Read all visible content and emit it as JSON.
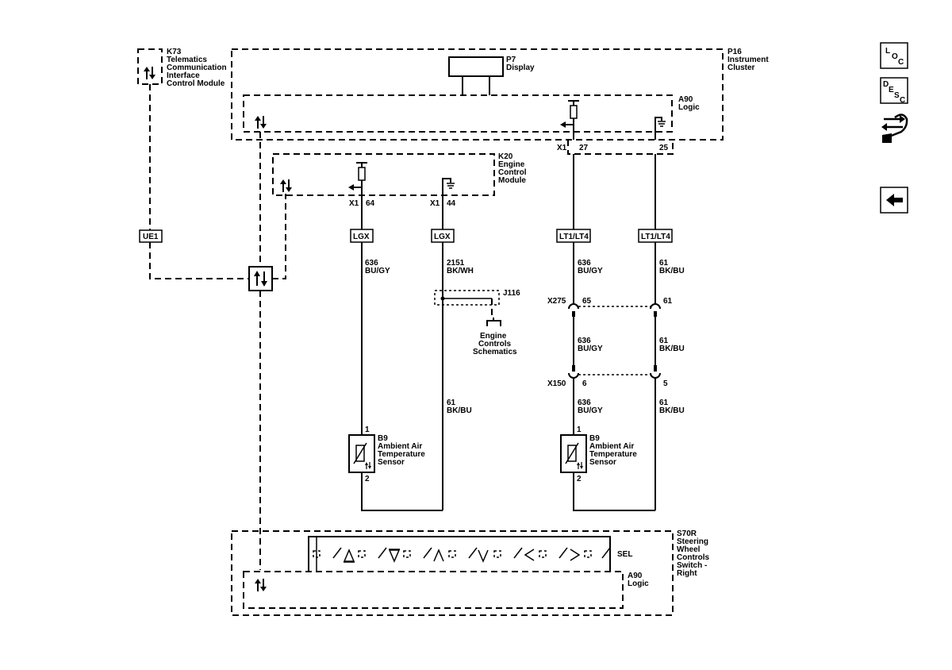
{
  "modules": {
    "k73": {
      "ref": "K73",
      "name_lines": [
        "Telematics",
        "Communication",
        "Interface",
        "Control Module"
      ]
    },
    "p16": {
      "ref": "P16",
      "name_lines": [
        "Instrument",
        "Cluster"
      ]
    },
    "p7": {
      "ref": "P7",
      "name": "Display"
    },
    "p16_logic": {
      "ref": "A90",
      "name": "Logic"
    },
    "k20": {
      "ref": "K20",
      "name_lines": [
        "Engine",
        "Control",
        "Module"
      ]
    },
    "s70r": {
      "ref": "S70R",
      "name_lines": [
        "Steering",
        "Wheel",
        "Controls",
        "Switch -",
        "Right"
      ]
    },
    "s70r_logic": {
      "ref": "A90",
      "name": "Logic"
    }
  },
  "connectors": {
    "x1": "X1",
    "k20_pin_a": "64",
    "k20_pin_b": "44",
    "p16_pin_a": "27",
    "p16_pin_b": "25",
    "ue1": "UE1",
    "j116": "J116",
    "x275": "X275",
    "x275_pin_a": "65",
    "x275_pin_b": "61",
    "x150": "X150",
    "x150_pin_a": "6",
    "x150_pin_b": "5"
  },
  "options": {
    "lgx": "LGX",
    "lt": "LT1/LT4"
  },
  "wires": {
    "w636_circuit": "636",
    "w636_color": "BU/GY",
    "w2151_circuit": "2151",
    "w2151_color": "BK/WH",
    "w61_circuit": "61",
    "w61_color": "BK/BU"
  },
  "references": {
    "engine_controls": [
      "Engine",
      "Controls",
      "Schematics"
    ]
  },
  "sensors": {
    "b9": {
      "ref": "B9",
      "name_lines": [
        "Ambient Air",
        "Temperature",
        "Sensor"
      ],
      "pin_top": "1",
      "pin_bottom": "2"
    }
  },
  "switch": {
    "sel_label": "SEL"
  },
  "nav": {
    "loc_letters": [
      "L",
      "O",
      "C"
    ],
    "desc_letters": [
      "D",
      "E",
      "S",
      "C"
    ]
  }
}
